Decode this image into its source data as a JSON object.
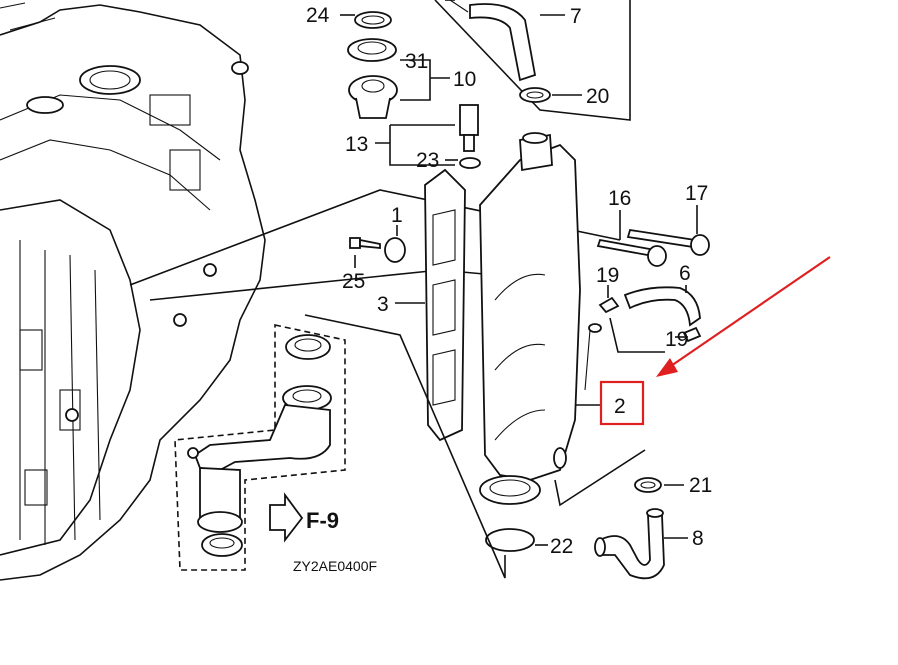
{
  "diagram": {
    "callouts": {
      "c24": "24",
      "c31": "31",
      "c10": "10",
      "c7": "7",
      "c20": "20",
      "c13": "13",
      "c23": "23",
      "c16": "16",
      "c17": "17",
      "c1": "1",
      "c25": "25",
      "c3": "3",
      "c19a": "19",
      "c6": "6",
      "c19b": "19",
      "c2": "2",
      "c21": "21",
      "c8": "8",
      "c22": "22"
    },
    "ref_label": "F-9",
    "drawing_code": "ZY2AE0400F",
    "highlight_color": "#e02020"
  }
}
